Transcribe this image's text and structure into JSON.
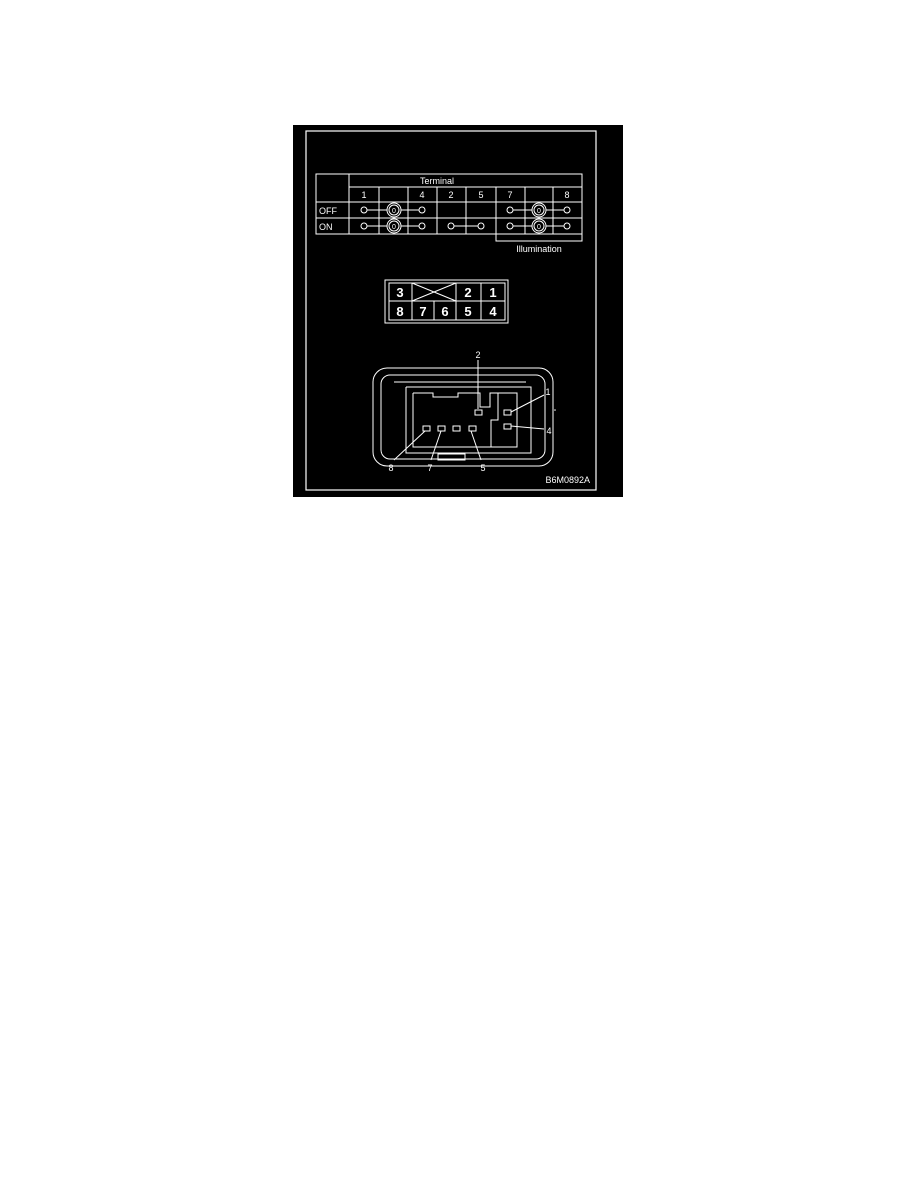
{
  "figure": {
    "id_code": "B6M0892A",
    "colors": {
      "background": "#000000",
      "line": "#ffffff",
      "page": "#ffffff"
    }
  },
  "continuity_table": {
    "header": "Terminal",
    "columns": [
      "1",
      "",
      "4",
      "2",
      "5",
      "7",
      "",
      "8"
    ],
    "rows": [
      {
        "label": "OFF",
        "connections": [
          "1-bulb-4",
          "7-bulb-8"
        ]
      },
      {
        "label": "ON",
        "connections": [
          "1-bulb-4",
          "2-5",
          "7-bulb-8"
        ]
      }
    ],
    "group_label": "Illumination",
    "bulb_symbol": "0"
  },
  "terminal_layout": {
    "top_row": [
      "3",
      "X",
      "2",
      "1"
    ],
    "bottom_row": [
      "8",
      "7",
      "6",
      "5",
      "4"
    ]
  },
  "connector": {
    "callouts": [
      "2",
      "1",
      "4",
      "8",
      "7",
      "5"
    ]
  }
}
